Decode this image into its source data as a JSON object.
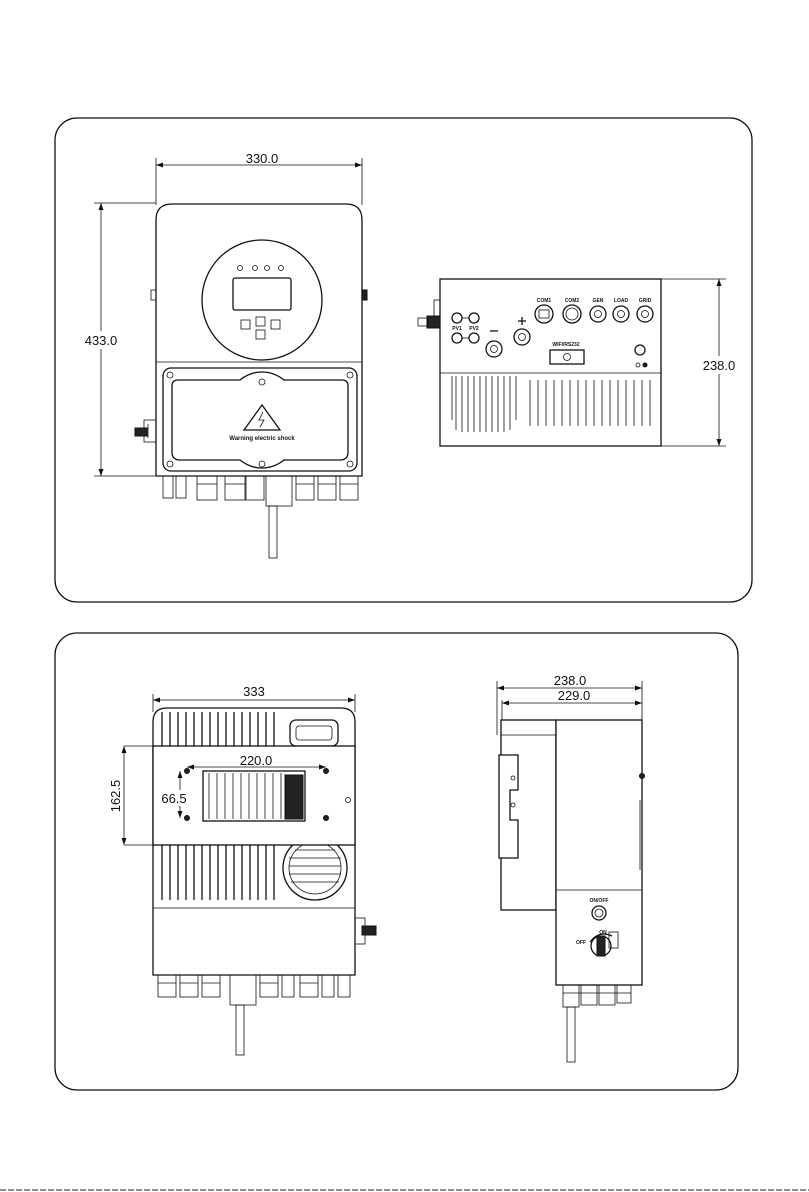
{
  "panels": {
    "top": {
      "front_view": {
        "width_dim": "330.0",
        "height_dim": "433.0",
        "warning_label": "Warning electric shock"
      },
      "bottom_view": {
        "depth_dim": "238.0",
        "port_labels": [
          "COM1",
          "COM2",
          "GEN",
          "LOAD",
          "GRID"
        ],
        "pv_labels": [
          "PV1",
          "PV2"
        ],
        "comm_label": "WIFI/RS232"
      }
    },
    "bottom": {
      "back_view": {
        "width_dim": "333",
        "bracket_width_dim": "220.0",
        "bracket_height_dim": "162.5",
        "hole_spacing_dim": "66.5"
      },
      "side_view": {
        "total_depth_dim": "238.0",
        "body_depth_dim": "229.0",
        "switch_label": "ON/OFF",
        "knob_on": "ON",
        "knob_off": "OFF"
      }
    }
  }
}
